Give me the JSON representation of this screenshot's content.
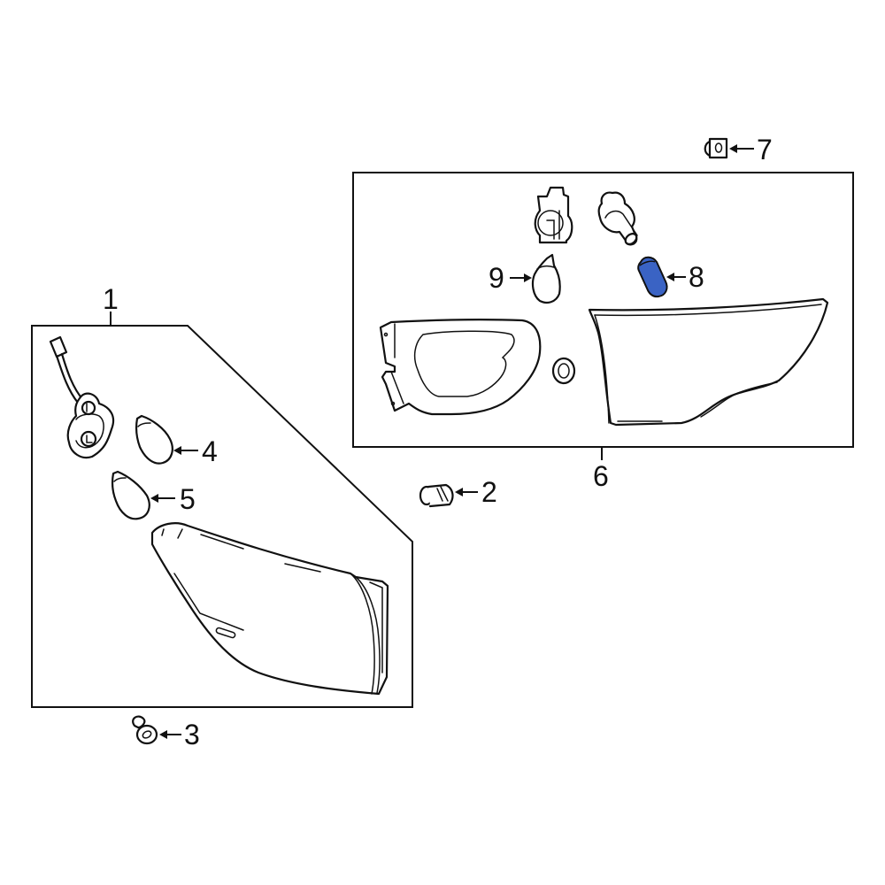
{
  "diagram": {
    "title": "Tail Lamp Assembly Parts Diagram",
    "highlight_color": "#3a63c4",
    "line_color": "#111111",
    "background": "#ffffff"
  },
  "callouts": [
    {
      "id": "1",
      "label": "1",
      "part": "Tail lamp assembly (outer)",
      "highlighted": false
    },
    {
      "id": "2",
      "label": "2",
      "part": "Clip / grommet",
      "highlighted": false
    },
    {
      "id": "3",
      "label": "3",
      "part": "Nut / retainer",
      "highlighted": false
    },
    {
      "id": "4",
      "label": "4",
      "part": "Bulb",
      "highlighted": false
    },
    {
      "id": "5",
      "label": "5",
      "part": "Bulb",
      "highlighted": false
    },
    {
      "id": "6",
      "label": "6",
      "part": "Back up lamp assembly (inner)",
      "highlighted": false
    },
    {
      "id": "7",
      "label": "7",
      "part": "Clip",
      "highlighted": false
    },
    {
      "id": "8",
      "label": "8",
      "part": "Bulb",
      "highlighted": true
    },
    {
      "id": "9",
      "label": "9",
      "part": "Bulb",
      "highlighted": false
    }
  ]
}
